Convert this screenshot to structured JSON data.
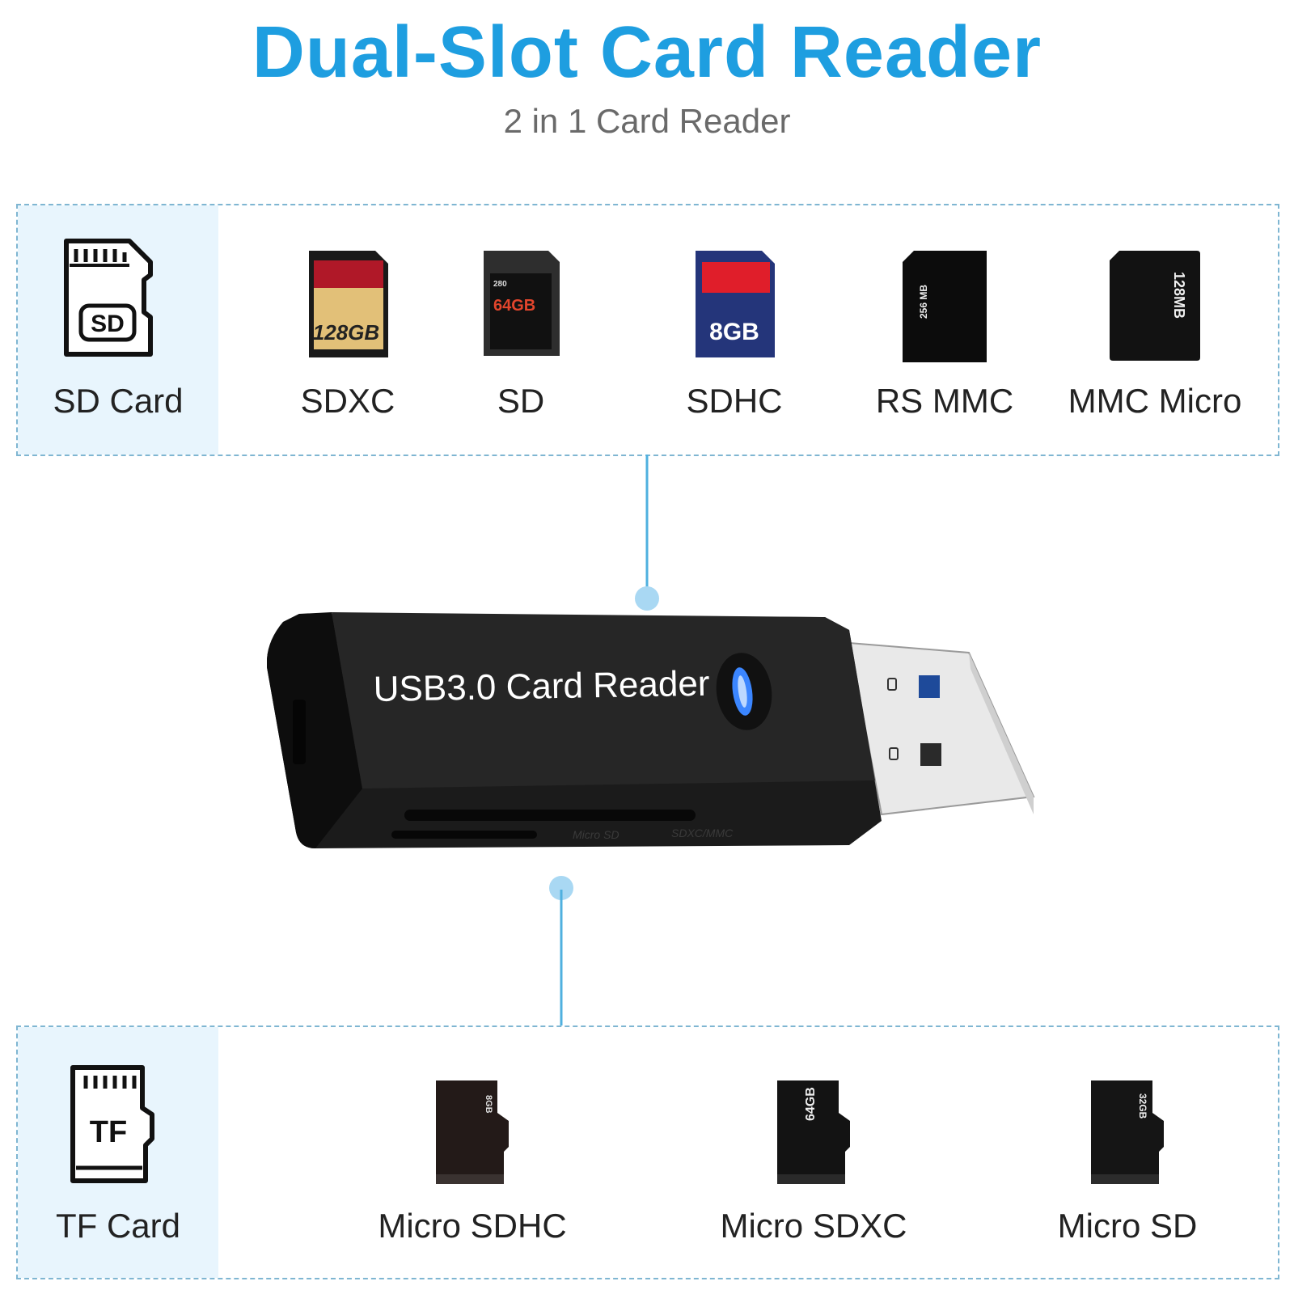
{
  "header": {
    "title": "Dual-Slot Card Reader",
    "subtitle": "2 in 1 Card Reader"
  },
  "sd_panel": {
    "head": {
      "label": "SD Card",
      "icon": "sd-card-outline-icon",
      "icon_text": "SD"
    },
    "items": [
      {
        "label": "SDXC",
        "card_text": "128GB"
      },
      {
        "label": "SD",
        "card_text": "64GB",
        "card_small_text": "280"
      },
      {
        "label": "SDHC",
        "card_text": "8GB"
      },
      {
        "label": "RS MMC",
        "card_text": "256 MB"
      },
      {
        "label": "MMC Micro",
        "card_text": "128MB"
      }
    ]
  },
  "device": {
    "label": "USB3.0 Card Reader",
    "slot_labels": [
      "Micro SD",
      "SDXC/MMC"
    ]
  },
  "tf_panel": {
    "head": {
      "label": "TF Card",
      "icon": "tf-card-outline-icon",
      "icon_text": "TF"
    },
    "items": [
      {
        "label": "Micro SDHC",
        "card_text": "8GB"
      },
      {
        "label": "Micro SDXC",
        "card_text": "64GB"
      },
      {
        "label": "Micro SD",
        "card_text": "32GB"
      }
    ]
  },
  "colors": {
    "title": "#1e9ee0",
    "subtitle": "#6a6a6a",
    "panel_border": "#7fb6d2",
    "panel_head_bg": "#e8f5fd",
    "connector": "#4fb0df",
    "connector_dot": "#a9d8f3",
    "led": "#2f7bff"
  }
}
